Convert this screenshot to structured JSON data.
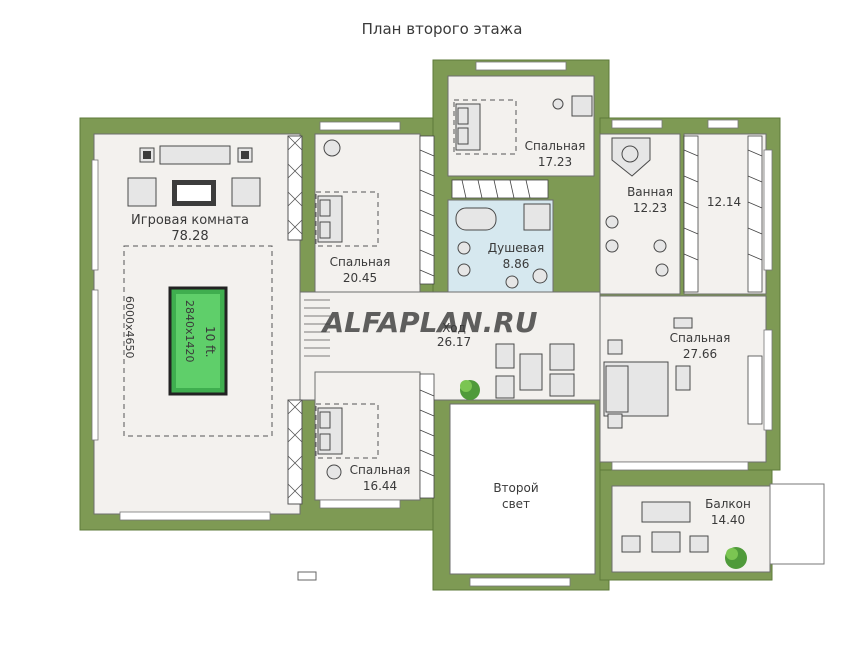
{
  "title": "План второго этажа",
  "watermark": "ALFAPLAN.RU",
  "rooms": {
    "game": {
      "name": "Игровая комната",
      "area": "78.28"
    },
    "bed1": {
      "name": "Спальная",
      "area": "20.45"
    },
    "bed2": {
      "name": "Спальная",
      "area": "17.23"
    },
    "shower": {
      "name": "Душевая",
      "area": "8.86"
    },
    "bath": {
      "name": "Ванная",
      "area": "12.23"
    },
    "closet": {
      "area": "12.14"
    },
    "hall": {
      "name": "Ход",
      "area": "26.17"
    },
    "bed3": {
      "name": "Спальная",
      "area": "27.66"
    },
    "bed4": {
      "name": "Спальная",
      "area": "16.44"
    },
    "second_light": {
      "name1": "Второй",
      "name2": "свет"
    },
    "balcony": {
      "name": "Балкон",
      "area": "14.40"
    }
  },
  "billiard": {
    "size_label": "2840х1420",
    "table_label": "10 ft.",
    "zone_label": "6000х4650"
  },
  "colors": {
    "walls": "#7e9a54",
    "floor": "#f3f1ee",
    "bathroom": "#d6e8ef",
    "billiard": "#3fae4f"
  }
}
